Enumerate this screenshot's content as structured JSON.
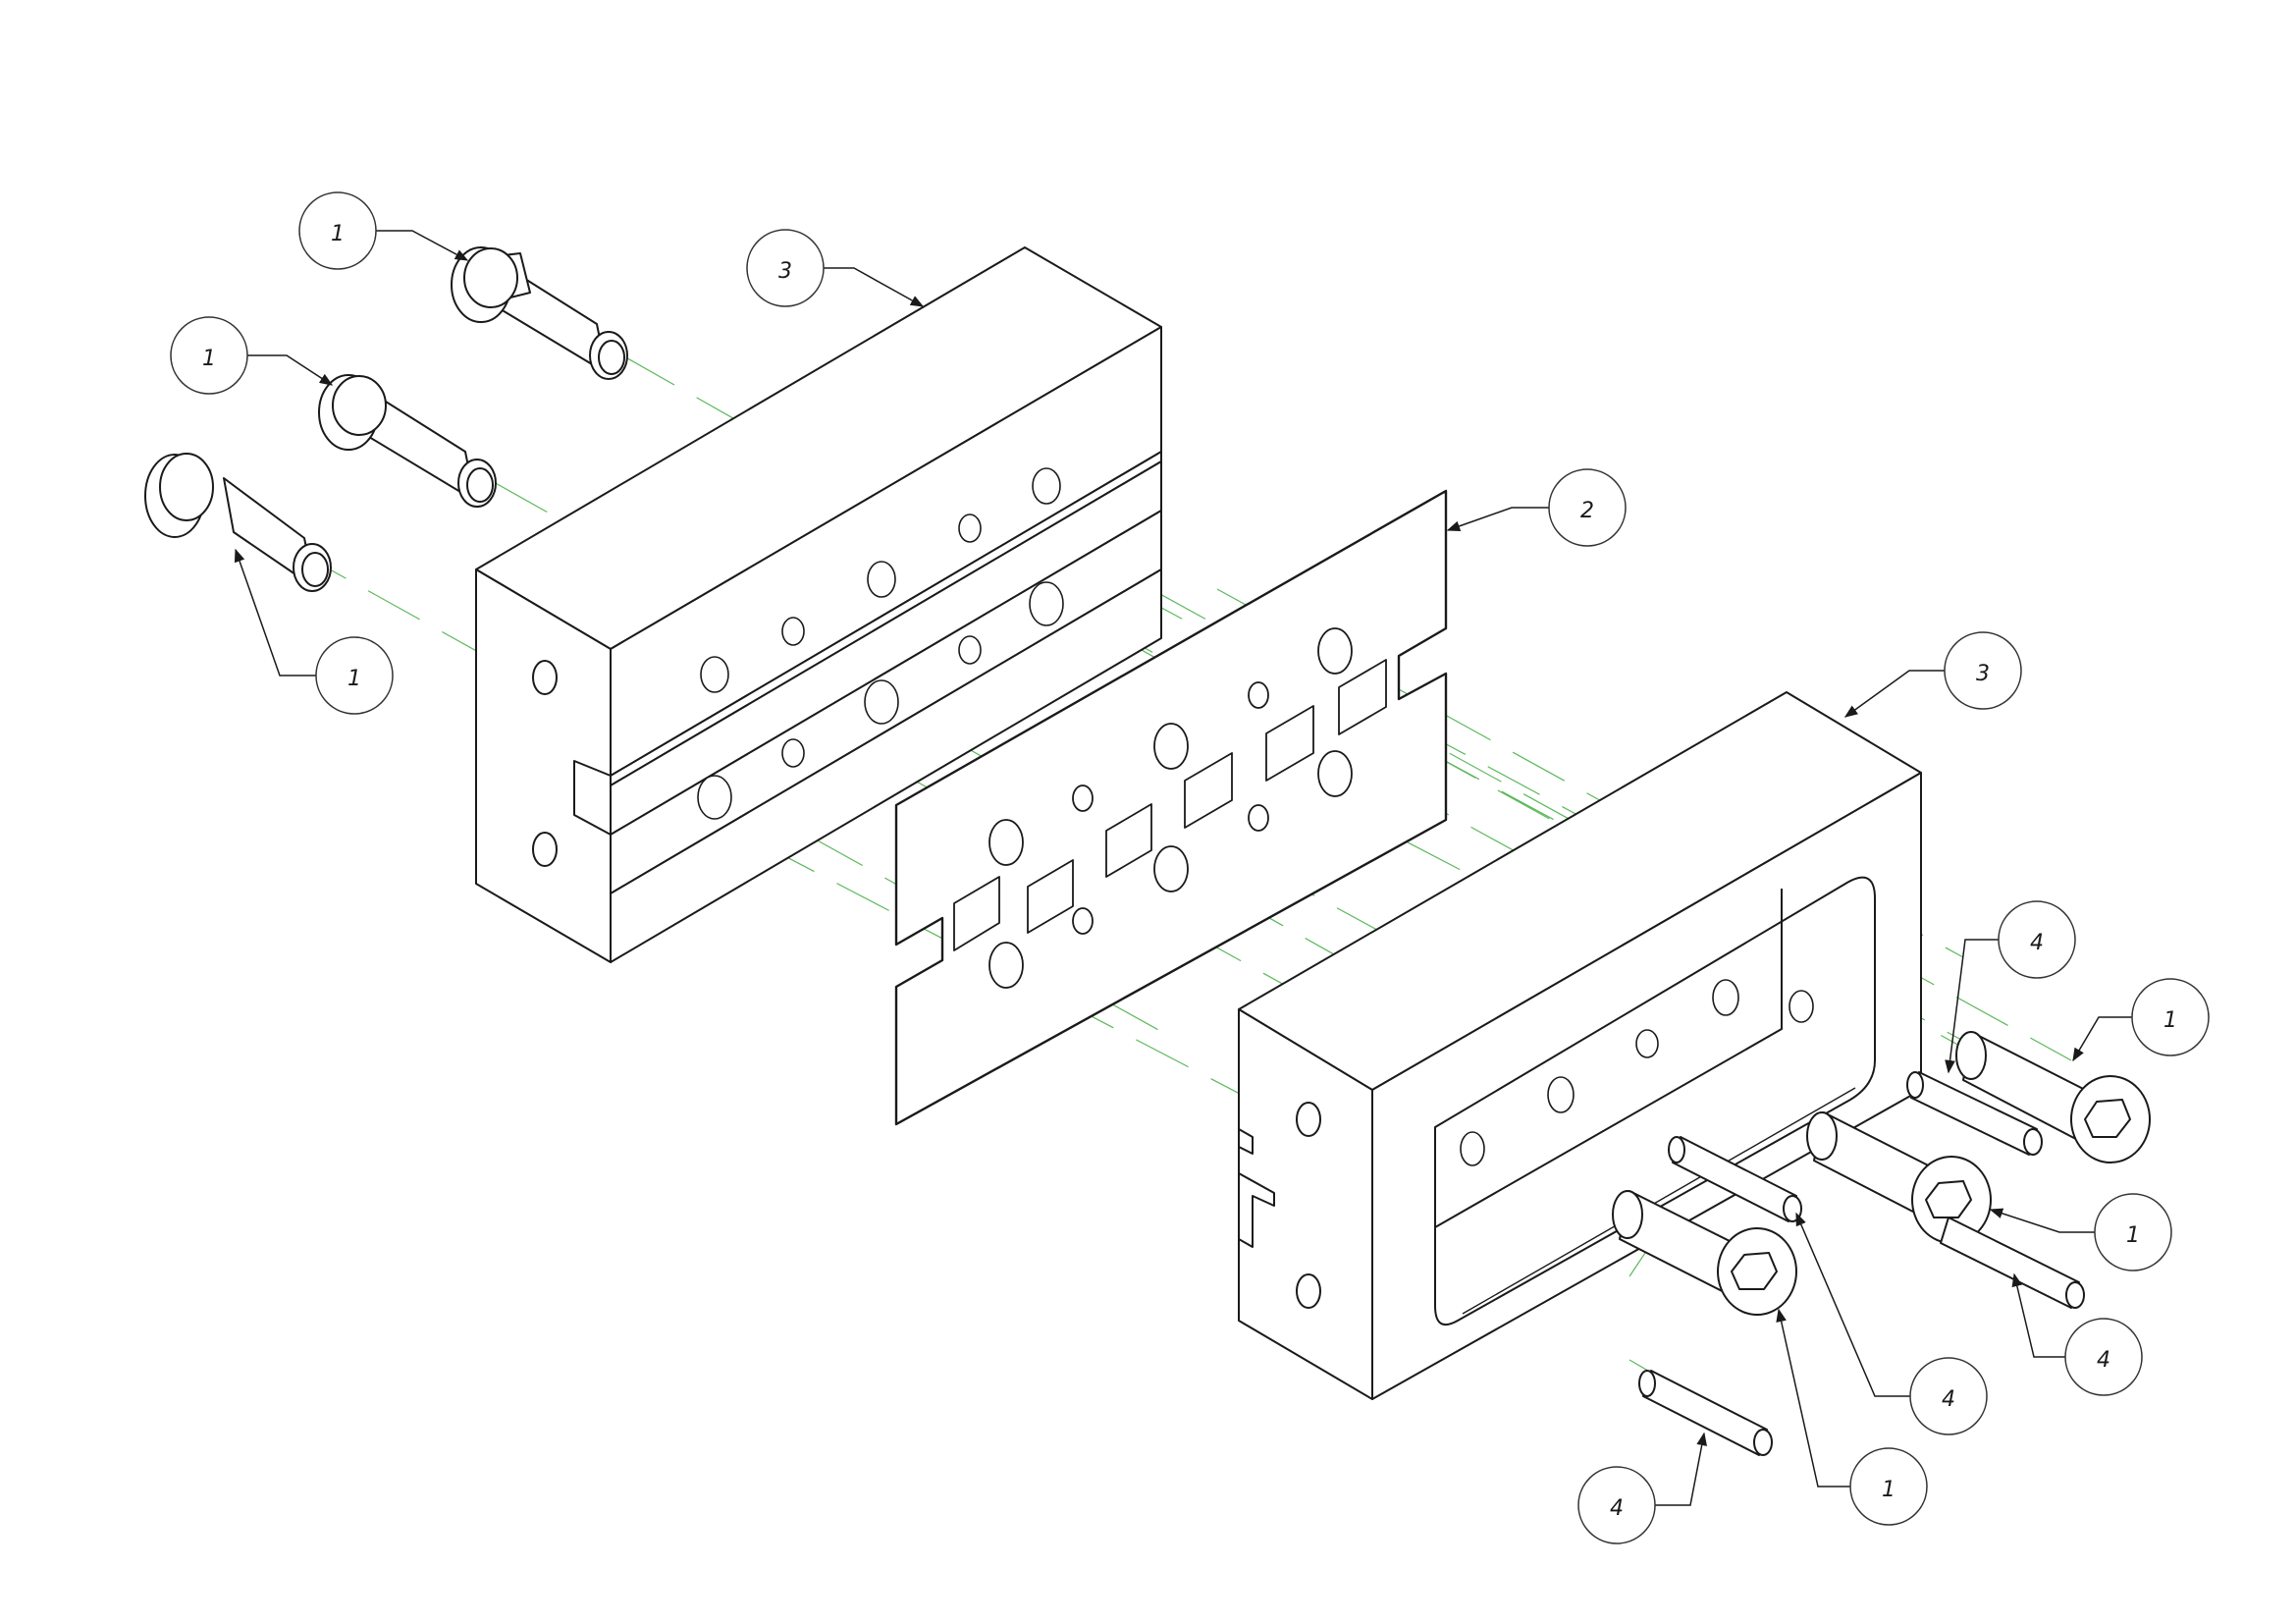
{
  "drawing": {
    "type": "exploded-isometric-assembly",
    "line_color": "#1a1a1a",
    "explode_line_color": "#5cb85c",
    "balloon_stroke": "#333333"
  },
  "balloons": [
    {
      "id": "b1",
      "label": "1",
      "target": "screw-upper"
    },
    {
      "id": "b2",
      "label": "1",
      "target": "screw-middle"
    },
    {
      "id": "b3",
      "label": "1",
      "target": "screw-lower"
    },
    {
      "id": "b4",
      "label": "3",
      "target": "left-block"
    },
    {
      "id": "b5",
      "label": "2",
      "target": "gasket-plate"
    },
    {
      "id": "b6",
      "label": "3",
      "target": "right-block"
    },
    {
      "id": "b7",
      "label": "4",
      "target": "dowel-pin-upper"
    },
    {
      "id": "b8",
      "label": "1",
      "target": "socket-screw-right"
    },
    {
      "id": "b9",
      "label": "1",
      "target": "socket-screw-center"
    },
    {
      "id": "b10",
      "label": "4",
      "target": "dowel-pin-right"
    },
    {
      "id": "b11",
      "label": "4",
      "target": "dowel-pin-center"
    },
    {
      "id": "b12",
      "label": "1",
      "target": "socket-screw-lower"
    },
    {
      "id": "b13",
      "label": "4",
      "target": "dowel-pin-lower"
    }
  ]
}
